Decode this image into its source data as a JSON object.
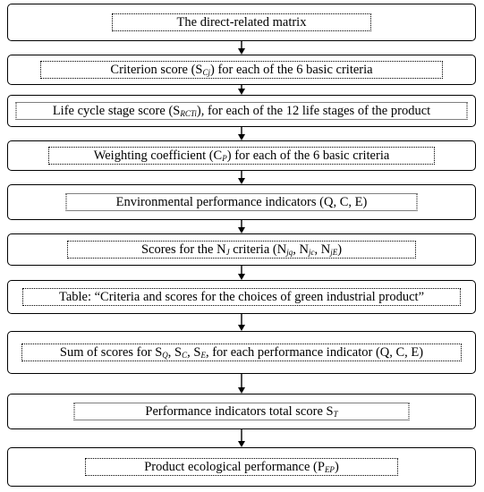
{
  "steps": [
    {
      "id": "direct-related-matrix",
      "parts": [
        {
          "t": "The direct-related matrix"
        }
      ]
    },
    {
      "id": "criterion-score",
      "parts": [
        {
          "t": "Criterion score (S"
        },
        {
          "sub": "Cj"
        },
        {
          "t": ") for each of the 6 basic criteria"
        }
      ]
    },
    {
      "id": "life-cycle-stage-score",
      "parts": [
        {
          "t": "Life cycle stage score (S"
        },
        {
          "sub": "RCTi"
        },
        {
          "t": "), for each of the 12 life stages of the product"
        }
      ]
    },
    {
      "id": "weighting-coefficient",
      "parts": [
        {
          "t": "Weighting coefficient (C"
        },
        {
          "sub": "P"
        },
        {
          "t": ") for each of the 6 basic criteria"
        }
      ]
    },
    {
      "id": "environmental-performance-indicators",
      "parts": [
        {
          "t": "Environmental performance indicators (Q, C, E)"
        }
      ]
    },
    {
      "id": "scores-nj-criteria",
      "parts": [
        {
          "t": "Scores for the N"
        },
        {
          "sub": "J"
        },
        {
          "t": " criteria (N"
        },
        {
          "sub": "jq"
        },
        {
          "t": ", N"
        },
        {
          "sub": "jc"
        },
        {
          "t": ", N"
        },
        {
          "sub": "jE"
        },
        {
          "t": ")"
        }
      ]
    },
    {
      "id": "table-criteria-scores",
      "parts": [
        {
          "t": "Table: “Criteria and scores for the choices of green industrial product”"
        }
      ]
    },
    {
      "id": "sum-of-scores",
      "parts": [
        {
          "t": "Sum of scores for S"
        },
        {
          "sub": "Q"
        },
        {
          "t": ", S"
        },
        {
          "sub": "C"
        },
        {
          "t": ", S"
        },
        {
          "sub": "E"
        },
        {
          "t": ", for each performance indicator (Q, C, E)"
        }
      ]
    },
    {
      "id": "performance-indicators-total",
      "parts": [
        {
          "t": "Performance indicators total score S"
        },
        {
          "sub": "T"
        }
      ]
    },
    {
      "id": "product-ecological-performance",
      "parts": [
        {
          "t": "Product ecological performance (P"
        },
        {
          "sub": "EP"
        },
        {
          "t": ")"
        }
      ]
    }
  ]
}
